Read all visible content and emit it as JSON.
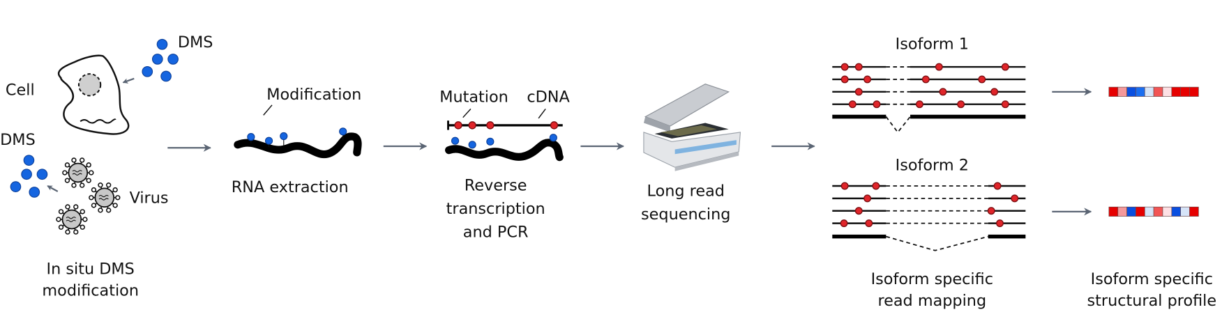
{
  "step1": {
    "dms_top": "DMS",
    "cell": "Cell",
    "dms_bottom": "DMS",
    "virus": "Virus",
    "caption": [
      "In situ DMS",
      "modification"
    ]
  },
  "step2": {
    "modification": "Modification",
    "caption": "RNA extraction"
  },
  "step3": {
    "mutation": "Mutation",
    "cdna": "cDNA",
    "caption": [
      "Reverse",
      "transcription",
      "and PCR"
    ]
  },
  "step4": {
    "caption": [
      "Long read",
      "sequencing"
    ]
  },
  "step5": {
    "isoform1": "Isoform 1",
    "isoform2": "Isoform 2",
    "caption": [
      "Isoform specific",
      "read mapping"
    ]
  },
  "step6": {
    "caption": [
      "Isoform specific",
      "structural profile"
    ],
    "profile1": [
      "#e60000",
      "#f5999c",
      "#0a4fe0",
      "#1a6ef0",
      "#d6e4f8",
      "#f25555",
      "#fde0e4",
      "#e60000",
      "#e60000",
      "#e60000"
    ],
    "profile2": [
      "#e60000",
      "#f5999c",
      "#0a4fe0",
      "#e60000",
      "#d6e4f8",
      "#f25555",
      "#fde0e4",
      "#0a4fe0",
      "#d6e4f8",
      "#e60000"
    ]
  },
  "colors": {
    "dms": "#1565e0",
    "mutation": "#e0252a",
    "arrow": "#5a6473"
  }
}
